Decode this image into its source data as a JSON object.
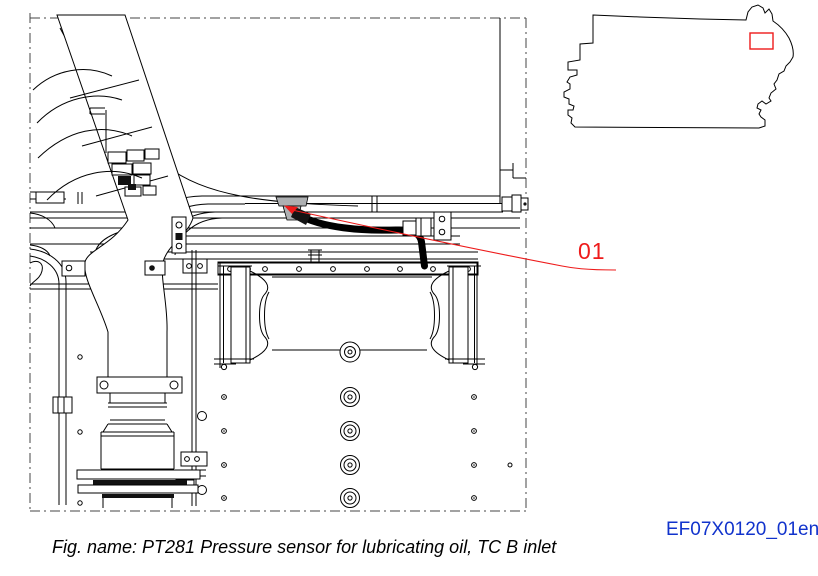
{
  "figure": {
    "caption": "Fig. name: PT281 Pressure sensor for lubricating oil, TC B inlet",
    "document_code": "EF07X0120_01en",
    "callout_label": "01"
  },
  "colors": {
    "line_black": "#000000",
    "callout_red": "#ee1b1b",
    "document_code_blue": "#1133cc",
    "sensor_gray": "#aeb0b2",
    "background_white": "#ffffff"
  },
  "icons": {
    "callout_arrowhead": "leader-arrowhead-icon",
    "inset_location_box": "red-location-rectangle-icon"
  }
}
